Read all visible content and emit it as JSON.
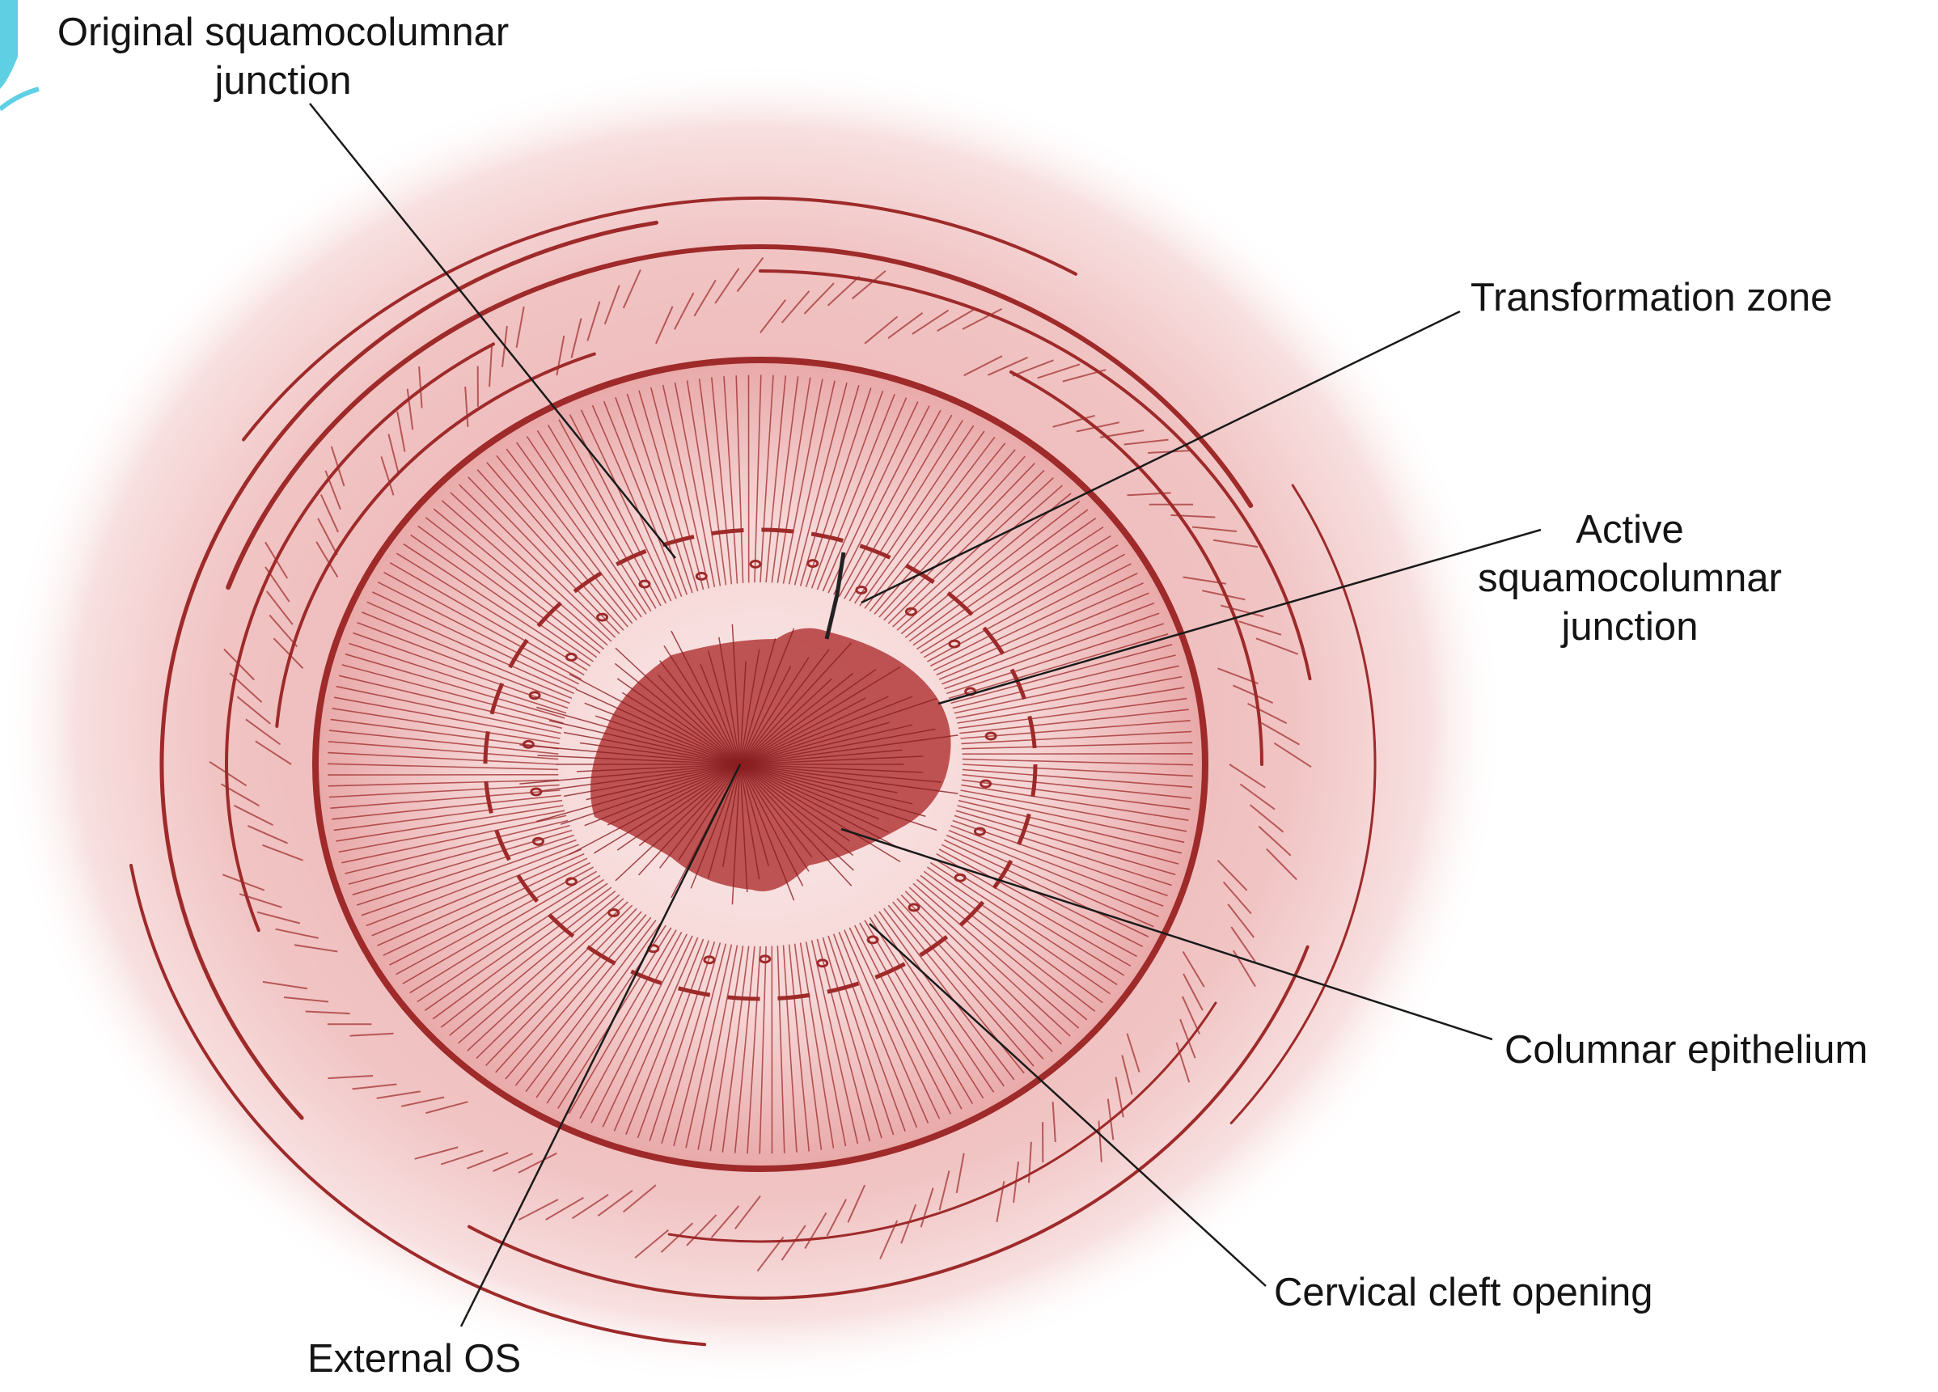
{
  "colors": {
    "tissue_fill": "#efbcbc",
    "tissue_pale": "#f9e4e4",
    "stroke": "#9e2a2a",
    "os_fill": "#b4393a",
    "leader": "#1a1a1a",
    "accent_corner": "#5fd0e4"
  },
  "labels": {
    "original_scj": {
      "line1": "Original squamocolumnar",
      "line2": "junction"
    },
    "transformation_zone": "Transformation zone",
    "active_scj": {
      "line1": "Active",
      "line2": "squamocolumnar",
      "line3": "junction"
    },
    "columnar_epithelium": "Columnar epithelium",
    "cervical_cleft": "Cervical cleft opening",
    "external_os": "External OS"
  }
}
